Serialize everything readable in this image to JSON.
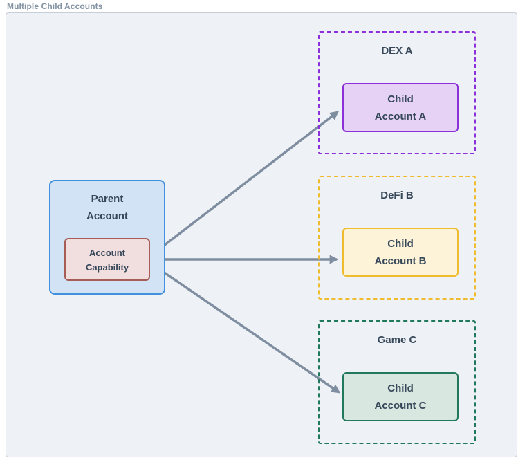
{
  "title": "Multiple Child Accounts",
  "parent": {
    "line1": "Parent",
    "line2": "Account",
    "capability": {
      "line1": "Account",
      "line2": "Capability"
    }
  },
  "groups": [
    {
      "label": "DEX A",
      "child": {
        "line1": "Child",
        "line2": "Account A"
      },
      "accent": "#8c30d9",
      "fill": "#e5d2f5"
    },
    {
      "label": "DeFi B",
      "child": {
        "line1": "Child",
        "line2": "Account B"
      },
      "accent": "#eebc2c",
      "fill": "#fcf3d8"
    },
    {
      "label": "Game C",
      "child": {
        "line1": "Child",
        "line2": "Account C"
      },
      "accent": "#21795b",
      "fill": "#d8e7df"
    }
  ],
  "colors": {
    "canvas_bg": "#eef1f5",
    "canvas_border": "#c8ced6",
    "parent_fill": "#d2e3f5",
    "parent_border": "#4390dc",
    "capability_fill": "#f1dede",
    "capability_border": "#a65d56",
    "arrow": "#7e8ea0",
    "node_text": "#364759",
    "title_text": "#8494a4"
  }
}
